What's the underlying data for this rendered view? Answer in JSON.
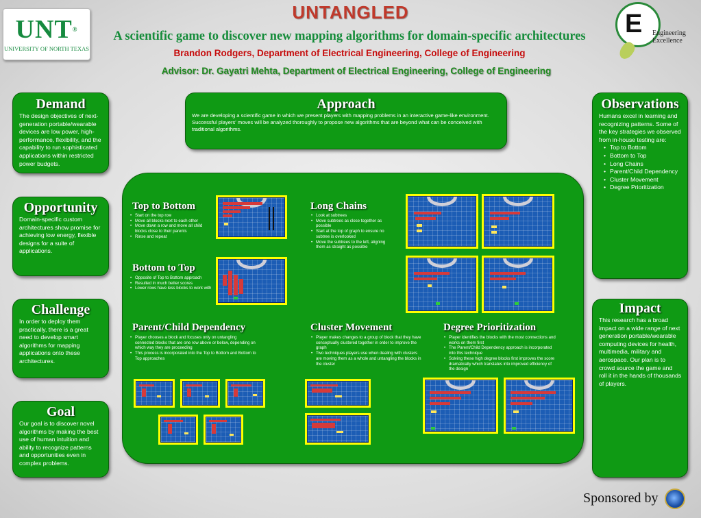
{
  "header": {
    "unt_logo": {
      "mark": "UNT",
      "sub": "UNIVERSITY OF NORTH TEXAS"
    },
    "title": "UNTANGLED",
    "subtitle": "A scientific game to discover new mapping algorithms for domain-specific architectures",
    "author": "Brandon Rodgers, Department of Electrical Engineering, College of Engineering",
    "advisor": "Advisor: Dr. Gayatri Mehta, Department of Electrical Engineering, College of Engineering",
    "ee_logo": {
      "letter": "E",
      "line1": "Engineering",
      "line2": "Excellence"
    }
  },
  "left": {
    "demand": {
      "title": "Demand",
      "text": "The design objectives of next-generation portable/wearable devices are low power, high-performance, flexibility, and the capability to run sophisticated applications within restricted power budgets."
    },
    "opportunity": {
      "title": "Opportunity",
      "text": "Domain-specific custom architectures show promise for achieving low energy, flexible designs for a suite of applications."
    },
    "challenge": {
      "title": "Challenge",
      "text": "In order to deploy them practically, there is a great need to develop smart algorithms for mapping applications onto these architectures."
    },
    "goal": {
      "title": "Goal",
      "text": "Our goal is to discover novel algorithms by making the best use of human intuition and ability to recognize patterns and opportunities even in complex problems."
    }
  },
  "approach": {
    "title": "Approach",
    "text": "We are developing a scientific game in which we present players with mapping problems in an interactive game-like environment. Successful players' moves will be analyzed thoroughly to propose new algorithms that are beyond what can be conceived with traditional algorithms."
  },
  "right": {
    "observations": {
      "title": "Observations",
      "intro": "Humans excel in learning and recognizing patterns. Some of the key strategies  we observed from in-house testing are:",
      "items": [
        "Top to Bottom",
        "Bottom to Top",
        "Long Chains",
        "Parent/Child Dependency",
        "Cluster Movement",
        "Degree Prioritization"
      ]
    },
    "impact": {
      "title": "Impact",
      "text": "This research has a broad impact on a wide range of next generation portable/wearable computing devices for health, multimedia, military and aerospace. Our plan is to crowd source the game and roll it in the hands of thousands of players."
    }
  },
  "strategies": {
    "top_to_bottom": {
      "title": "Top to Bottom",
      "items": [
        "Start on the top row",
        "Move all blocks next to each other",
        "Move down a row and move all child blocks close to their parents",
        "Rinse and repeat"
      ]
    },
    "bottom_to_top": {
      "title": "Bottom to Top",
      "items": [
        "Opposite of Top to Bottom approach",
        "Resulted in much better scores",
        "Lower rows have less blocks to work with"
      ]
    },
    "long_chains": {
      "title": "Long Chains",
      "items": [
        "Look at subtrees",
        "Move subtrees as close together as possible",
        "Start at the top of graph to ensure no subtree is overlooked",
        "Move the subtrees to the left, aligning them as straight as possible"
      ]
    },
    "parent_child": {
      "title": "Parent/Child Dependency",
      "items": [
        "Player chooses a block and focuses only on untangling connected blocks that are one row above or below, depending on which way they are proceeding",
        "This process is incorporated into the Top to Bottom and Bottom to Top approaches"
      ]
    },
    "cluster": {
      "title": "Cluster Movement",
      "items": [
        "Player makes changes to a group of block that they have conceptually clustered together in order to improve the graph",
        "Two techniques players use when dealing with clusters are moving them as a whole and untangling the blocks in the cluster"
      ]
    },
    "degree": {
      "title": "Degree Prioritization",
      "items": [
        "Player identifies the blocks with the most connections and works on them first",
        "The Parent/Child Dependency approach is incorporated into this technique",
        "Solving these high degree blocks first improves the score dramatically which translates into improved efficiency of the design"
      ]
    }
  },
  "footer": {
    "sponsor": "Sponsored by"
  },
  "colors": {
    "panel_green": "#0f9a14",
    "title_red": "#c0392b",
    "author_red": "#c60c0c",
    "subtitle_green": "#158c3a",
    "frame_yellow": "#ffff00",
    "game_blue": "#1c5db5"
  }
}
